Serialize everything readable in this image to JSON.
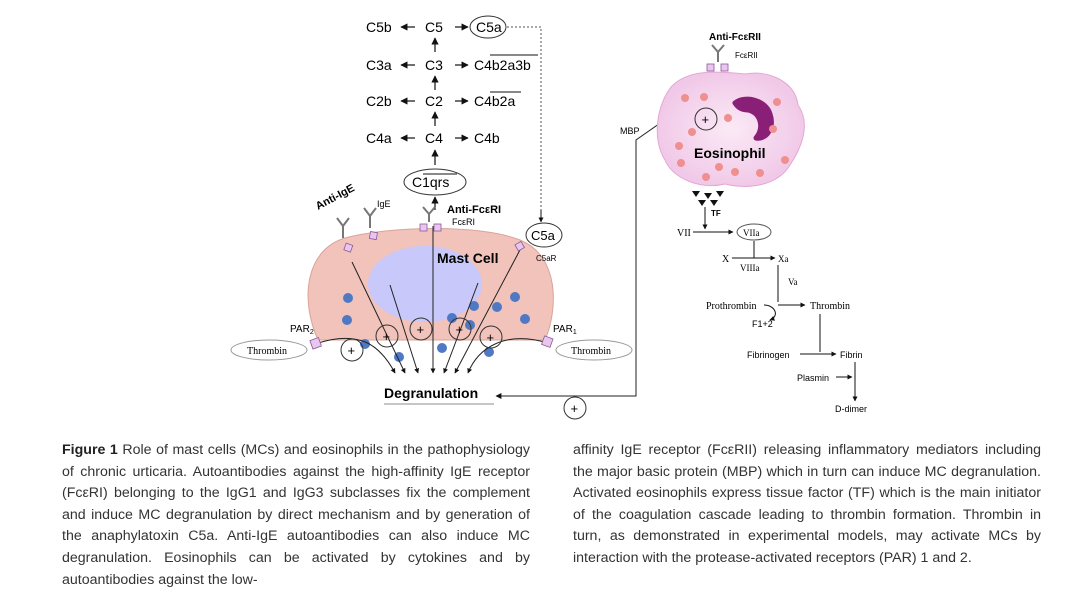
{
  "cascade": {
    "c5b": "C5b",
    "c5": "C5",
    "c5a": "C5a",
    "c3a": "C3a",
    "c3": "C3",
    "c4b2a3b": "C4b2a3b",
    "c2b": "C2b",
    "c2": "C2",
    "c4b2a": "C4b2a",
    "c4a": "C4a",
    "c4": "C4",
    "c4b": "C4b",
    "c1qrs": "C1qrs"
  },
  "mast_cell": {
    "title": "Mast Cell",
    "anti_ige": "Anti-IgE",
    "ige": "IgE",
    "anti_fceri": "Anti-FcεRI",
    "fceri": "FcεRI",
    "c5a_badge": "C5a",
    "c5ar": "C5aR",
    "par2": "PAR",
    "par2_sub": "2",
    "par1": "PAR",
    "par1_sub": "1",
    "thrombin_left": "Thrombin",
    "thrombin_right": "Thrombin",
    "degranulation": "Degranulation",
    "plus": "+"
  },
  "eosinophil": {
    "title": "Eosinophil",
    "anti_fcerii": "Anti-FcεRII",
    "fcerii": "FcεRII",
    "mbp": "MBP",
    "plus": "+"
  },
  "coagulation": {
    "tf": "TF",
    "vii": "VII",
    "viia": "VIIa",
    "x": "X",
    "viiia": "VIIIa",
    "xa": "Xa",
    "va": "Va",
    "prothrombin": "Prothrombin",
    "thrombin": "Thrombin",
    "f12": "F1+2",
    "fibrinogen": "Fibrinogen",
    "fibrin": "Fibrin",
    "plasmin": "Plasmin",
    "ddimer": "D-dimer"
  },
  "caption": {
    "label": "Figure 1",
    "left": "Role of mast cells (MCs) and eosinophils in the pathophysiology of chronic urticaria. Autoantibodies against the high-affinity IgE receptor (FcεRI) belonging to the IgG1 and IgG3 subclasses fix the complement and induce MC degranulation by direct mechanism and by generation of the anaphylatoxin C5a. Anti-IgE autoantibodies can also induce MC degranulation. Eosinophils can be activated by cytokines and by autoantibodies against the low-",
    "right": "affinity IgE receptor (FcεRII) releasing inflammatory mediators including the major basic protein (MBP) which in turn can induce MC degranulation. Activated eosinophils express tissue factor (TF) which is the main initiator of the coagulation cascade leading to thrombin formation. Thrombin in turn, as demonstrated in experimental models, may activate MCs by interaction with the protease-activated receptors (PAR) 1 and 2."
  },
  "colors": {
    "mast_cell_fill": "#f1c3bb",
    "nucleus": "#c9c8fb",
    "granule": "#4f79c4",
    "eosinophil_fill": "#f8ddf0",
    "eos_nucleus": "#8a1f78",
    "eos_granule": "#ef8f8f",
    "receptor": "#e9c6ef"
  }
}
